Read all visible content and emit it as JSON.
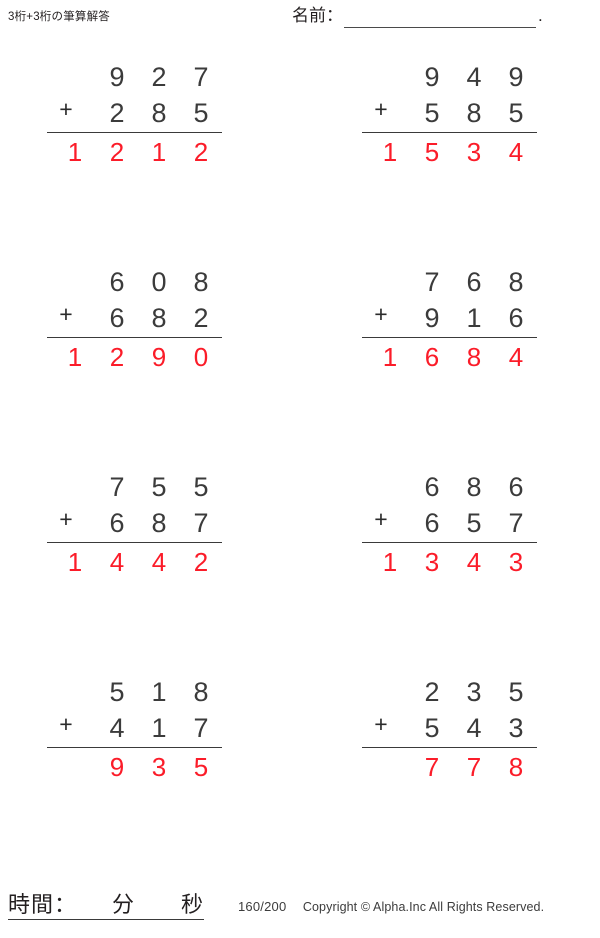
{
  "header": {
    "title": "3桁+3桁の筆算解答",
    "name_label": "名前：",
    "name_value": "",
    "name_placeholder": "",
    "name_trailing": "."
  },
  "problems": [
    {
      "addend1": "927",
      "addend2": "285",
      "operator": "+",
      "result": "1212"
    },
    {
      "addend1": "949",
      "addend2": "585",
      "operator": "+",
      "result": "1534"
    },
    {
      "addend1": "608",
      "addend2": "682",
      "operator": "+",
      "result": "1290"
    },
    {
      "addend1": "768",
      "addend2": "916",
      "operator": "+",
      "result": "1684"
    },
    {
      "addend1": "755",
      "addend2": "687",
      "operator": "+",
      "result": "1442"
    },
    {
      "addend1": "686",
      "addend2": "657",
      "operator": "+",
      "result": "1343"
    },
    {
      "addend1": "518",
      "addend2": "417",
      "operator": "+",
      "result": "935"
    },
    {
      "addend1": "235",
      "addend2": "543",
      "operator": "+",
      "result": "778"
    }
  ],
  "footer": {
    "time_label": "時間：　　分　　秒",
    "page_count": "160/200",
    "copyright": "Copyright © Alpha.Inc All Rights Reserved."
  },
  "colors": {
    "answer_red": "#fb1c29",
    "ink": "#231f20",
    "rule": "#3a3a3a",
    "paper": "#ffffff"
  }
}
